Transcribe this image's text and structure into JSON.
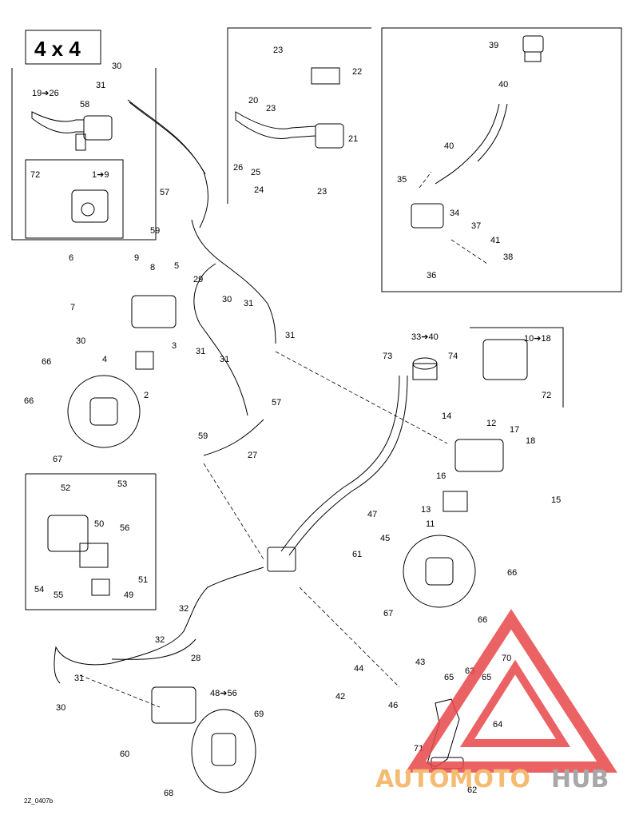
{
  "title": "4 x 4",
  "drawing_code": "2Z_0407b",
  "watermark": {
    "part1": "AUTOMOTO",
    "part2": "HUB",
    "color1": "#f4b05a",
    "color2": "#9a9a9a",
    "triangle_color": "#e8474a"
  },
  "callouts": {
    "c1_9": "1➔9",
    "c2": "2",
    "c3": "3",
    "c4": "4",
    "c5": "5",
    "c6": "6",
    "c7": "7",
    "c8": "8",
    "c9": "9",
    "c10_18": "10➔18",
    "c11": "11",
    "c12": "12",
    "c13": "13",
    "c14": "14",
    "c15": "15",
    "c16": "16",
    "c17": "17",
    "c18": "18",
    "c19_26": "19➔26",
    "c20": "20",
    "c21": "21",
    "c22": "22",
    "c23a": "23",
    "c23b": "23",
    "c23c": "23",
    "c24": "24",
    "c25": "25",
    "c26": "26",
    "c27": "27",
    "c28": "28",
    "c29": "29",
    "c30a": "30",
    "c30b": "30",
    "c30c": "30",
    "c30d": "30",
    "c31a": "31",
    "c31b": "31",
    "c31c": "31",
    "c31d": "31",
    "c31e": "31",
    "c32a": "32",
    "c32b": "32",
    "c33_40": "33➔40",
    "c34": "34",
    "c35": "35",
    "c36": "36",
    "c37": "37",
    "c38": "38",
    "c39": "39",
    "c40a": "40",
    "c40b": "40",
    "c41": "41",
    "c42": "42",
    "c43": "43",
    "c44": "44",
    "c45": "45",
    "c46": "46",
    "c47": "47",
    "c48_56": "48➔56",
    "c49": "49",
    "c50": "50",
    "c51": "51",
    "c52": "52",
    "c53": "53",
    "c54": "54",
    "c55": "55",
    "c56": "56",
    "c57a": "57",
    "c57b": "57",
    "c58": "58",
    "c59a": "59",
    "c59b": "59",
    "c60": "60",
    "c61": "61",
    "c62": "62",
    "c63": "63",
    "c64": "64",
    "c65": "65",
    "c66a": "66",
    "c66b": "66",
    "c66c": "66",
    "c66d": "66",
    "c67a": "67",
    "c67b": "67",
    "c68": "68",
    "c69": "69",
    "c70": "70",
    "c71": "71",
    "c72a": "72",
    "c72b": "72",
    "c73": "73",
    "c74": "74"
  }
}
